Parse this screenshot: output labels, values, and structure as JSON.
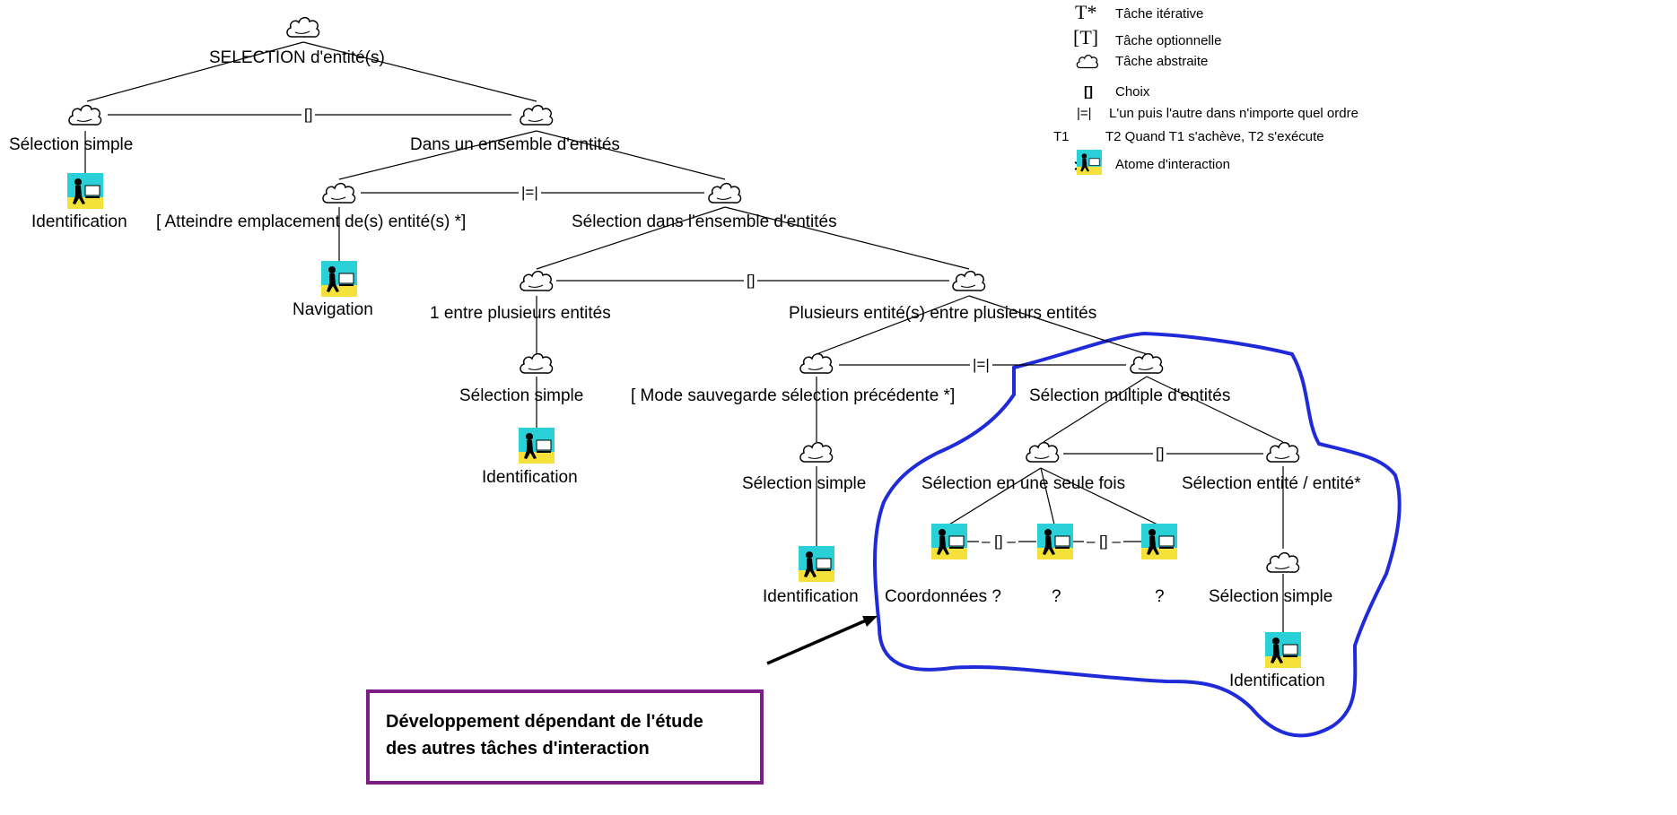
{
  "labels": {
    "root": "SELECTION d'entité(s)",
    "sel_simple_1": "Sélection simple",
    "dans_ensemble": "Dans un ensemble d'entités",
    "identification_1": "Identification",
    "atteindre": "[ Atteindre emplacement de(s) entité(s) *]",
    "selection_dans": "Sélection dans l'ensemble d'entités",
    "navigation": "Navigation",
    "un_entre": "1 entre plusieurs entités",
    "plusieurs_entre": "Plusieurs entité(s) entre plusieurs entités",
    "sel_simple_2": "Sélection simple",
    "mode_sauvegarde": "[ Mode sauvegarde sélection précédente *]",
    "selection_multiple": "Sélection multiple d'entités",
    "identification_2": "Identification",
    "sel_simple_3": "Sélection simple",
    "seule_fois": "Sélection en une seule fois",
    "entite_entite": "Sélection entité / entité*",
    "identification_3": "Identification",
    "coordonnees": "Coordonnées ?",
    "q1": "?",
    "q2": "?",
    "sel_simple_4": "Sélection simple",
    "identification_4": "Identification"
  },
  "operators": {
    "choice": "[]",
    "any_order": "|=|",
    "choice_small": "– [] –"
  },
  "legend": {
    "iterative_symbol": "T*",
    "iterative": "Tâche itérative",
    "optional_symbol": "[T]",
    "optional": "Tâche optionnelle",
    "abstract": "Tâche abstraite",
    "choice_symbol": "[]",
    "choice": "Choix",
    "any_order_symbol": "|=|",
    "any_order": "L'un puis l'autre dans n'importe quel ordre",
    "sequence_t1": "T1",
    "sequence": "T2   Quand T1 s'achève, T2 s'exécute",
    "atom": "Atome d'interaction"
  },
  "note": {
    "line1": "Développement dépendant de l'étude",
    "line2": "des autres tâches d'interaction"
  },
  "colors": {
    "highlight_outline": "#1f2bd8",
    "note_border": "#7b1f86",
    "atom_background": "#2ad0d8",
    "atom_ground": "#f4e23a"
  }
}
